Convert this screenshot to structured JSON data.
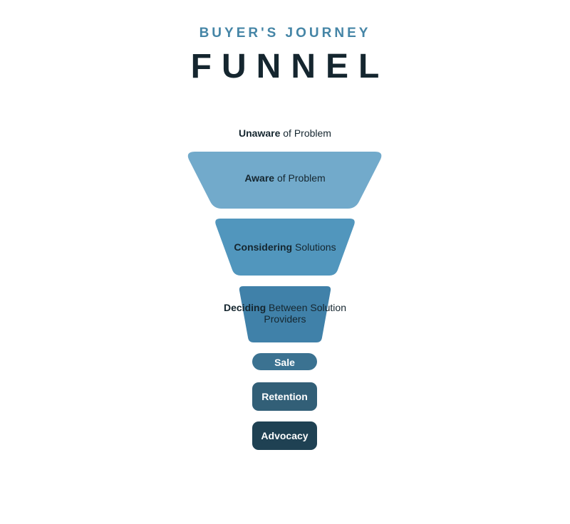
{
  "header": {
    "subtitle": "BUYER'S JOURNEY",
    "title": "FUNNEL"
  },
  "stages": [
    {
      "bold": "Unaware",
      "rest": " of Problem",
      "color": "#ffffff"
    },
    {
      "bold": "Aware",
      "rest": " of Problem",
      "color": "#72aacb"
    },
    {
      "bold": "Considering",
      "rest": " Solutions",
      "color": "#5196bd"
    },
    {
      "bold": "Deciding",
      "rest": " Between Solution Providers",
      "color": "#4081a9"
    },
    {
      "bold": "Sale",
      "rest": "",
      "color": "#3b7291"
    },
    {
      "bold": "Retention",
      "rest": "",
      "color": "#325f77"
    },
    {
      "bold": "Advocacy",
      "rest": "",
      "color": "#1f4153"
    }
  ]
}
